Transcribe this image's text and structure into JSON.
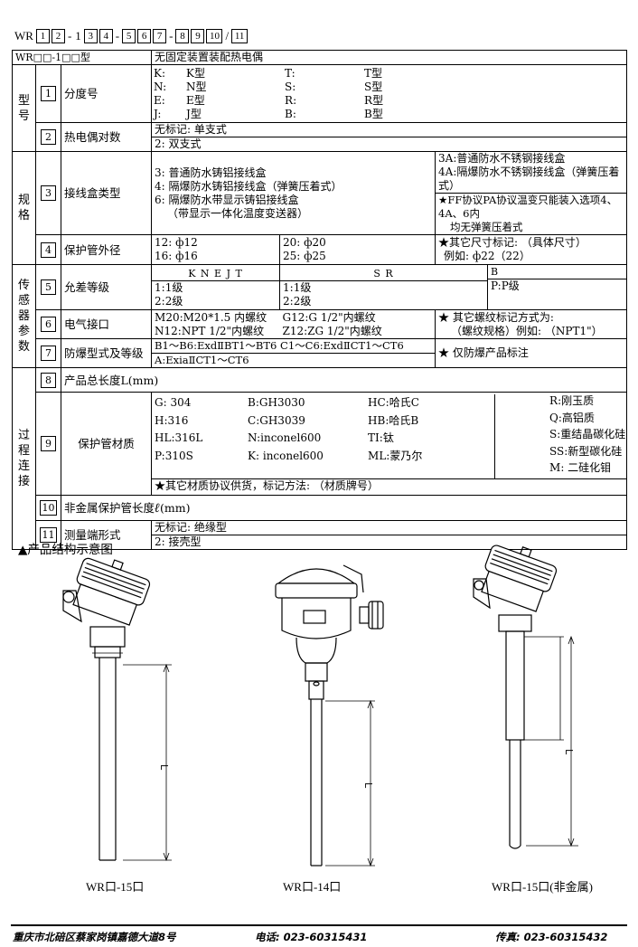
{
  "model_code": {
    "prefix": "WR",
    "parts": [
      "1",
      "2",
      "-",
      "1",
      "3",
      "4",
      "-",
      "5",
      "6",
      "7",
      "-",
      "8",
      "9",
      "10",
      "/",
      "11"
    ]
  },
  "table_header": {
    "code": "WR□□-1□□型",
    "title": "无固定装置装配热电偶"
  },
  "groups": {
    "model": "型号",
    "spec": "规格",
    "sensor": "传感器参数",
    "process": "过程连接"
  },
  "rows": {
    "r1": {
      "num": "1",
      "name": "分度号",
      "cells": [
        [
          "K:",
          "K型"
        ],
        [
          "N:",
          "N型"
        ],
        [
          "E:",
          "E型"
        ],
        [
          "J:",
          "J型"
        ],
        [
          "T:",
          "T型"
        ],
        [
          "S:",
          "S型"
        ],
        [
          "R:",
          "R型"
        ],
        [
          "B:",
          "B型"
        ]
      ]
    },
    "r2": {
      "num": "2",
      "name": "热电偶对数",
      "line1": "无标记: 单支式",
      "line2": "2: 双支式"
    },
    "r3": {
      "num": "3",
      "name": "接线盒类型",
      "left": [
        "3: 普通防水铸铝接线盒",
        "4: 隔爆防水铸铝接线盒（弹簧压着式）",
        "6: 隔爆防水带显示铸铝接线盒",
        "（带显示一体化温度变送器）"
      ],
      "right": [
        "3A:普通防水不锈钢接线盒",
        "4A:隔爆防水不锈钢接线盒（弹簧压着式）",
        "★FF协议PA协议温变只能装入选项4、4A、6内",
        "均无弹簧压着式"
      ]
    },
    "r4": {
      "num": "4",
      "name": "保护管外径",
      "c1": [
        "12: ф12",
        "16: ф16"
      ],
      "c2": [
        "20: ф20",
        "25: ф25"
      ],
      "c3": [
        "★其它尺寸标记: （具体尺寸）",
        "例如: ф22（22）"
      ]
    },
    "r5": {
      "num": "5",
      "name": "允差等级",
      "h1": "K N E J T",
      "h2": "S R",
      "h3": "B",
      "c1": [
        "1:1级",
        "2:2级"
      ],
      "c2": [
        "1:1级",
        "2:2级"
      ],
      "c3": "P:P级"
    },
    "r6": {
      "num": "6",
      "name": "电气接口",
      "c1": [
        "M20:M20*1.5 内螺纹",
        "N12:NPT 1/2\"内螺纹"
      ],
      "c2": [
        "G12:G 1/2\"内螺纹",
        "Z12:ZG 1/2\"内螺纹"
      ],
      "c3": [
        "★ 其它螺纹标记方式为:",
        "（螺纹规格）例如: （NPT1\"）"
      ]
    },
    "r7": {
      "num": "7",
      "name": "防爆型式及等级",
      "line1": "B1～B6:ExdⅡBT1～BT6  C1～C6:ExdⅡCT1～CT6",
      "line2": "A:ExiaⅡCT1～CT6",
      "note": "★ 仅防爆产品标注"
    },
    "r8": {
      "num": "8",
      "name": "产品总长度L(mm)"
    },
    "r9": {
      "num": "9",
      "name": "保护管材质",
      "c1": [
        "G: 304",
        "H:316",
        "HL:316L",
        "P:310S"
      ],
      "c2": [
        "B:GH3030",
        "C:GH3039",
        "N:inconel600",
        "K: inconel600"
      ],
      "c3": [
        "HC:哈氏C",
        "HB:哈氏B",
        "TI:钛",
        "ML:蒙乃尔"
      ],
      "c4": [
        "R:刚玉质",
        "Q:高铝质",
        "S:重结晶碳化硅",
        "SS:新型碳化硅",
        "M: 二硅化钼"
      ],
      "note": "★其它材质协议供货，标记方法: （材质牌号）"
    },
    "r10": {
      "num": "10",
      "name": "非金属保护管长度",
      "sym": "ℓ",
      "unit": "(mm)"
    },
    "r11": {
      "num": "11",
      "name": "测量端形式",
      "line1": "无标记: 绝缘型",
      "line2": "2: 接壳型"
    }
  },
  "structure_caption": "▲产品结构示意图",
  "diagrams": [
    {
      "label": "WR口-15口",
      "dim": "L"
    },
    {
      "label": "WR口-14口",
      "dim": "L"
    },
    {
      "label": "WR口-15口(非金属)",
      "dim": "L"
    }
  ],
  "footer": {
    "address": "重庆市北碚区蔡家岗镇嘉德大道8号",
    "phone": "电话: 023-60315431",
    "fax": "传真: 023-60315432"
  }
}
